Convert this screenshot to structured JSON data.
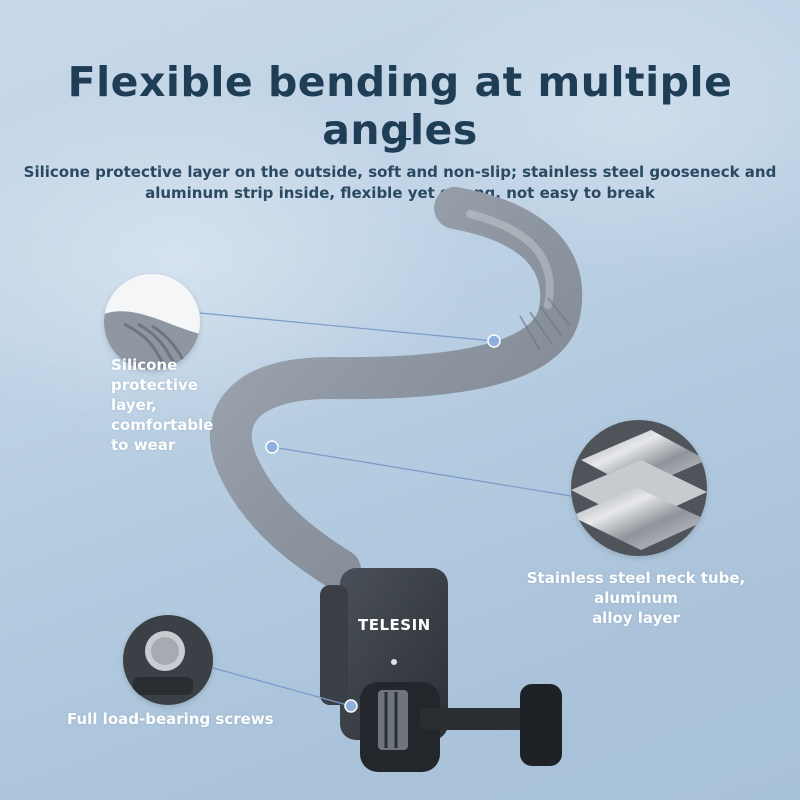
{
  "heading": {
    "title": "Flexible bending at multiple angles",
    "subtitle_line1": "Silicone protective layer on the outside, soft and non-slip; stainless steel gooseneck and",
    "subtitle_line2": "aluminum strip inside, flexible yet strong, not easy to break"
  },
  "callouts": {
    "silicone_line1": "Silicone",
    "silicone_line2": "protective",
    "silicone_line3": "layer,",
    "silicone_line4": "comfortable",
    "silicone_line5": "to wear",
    "steel_line1": "Stainless steel neck tube, aluminum",
    "steel_line2": "alloy layer",
    "screws": "Full load-bearing screws"
  },
  "product": {
    "brand": "TELESIN"
  },
  "colors": {
    "title": "#1f3d55",
    "tube": "#8f98a3",
    "pointer": "#7a9bc9",
    "mount": "#3a3f46"
  }
}
